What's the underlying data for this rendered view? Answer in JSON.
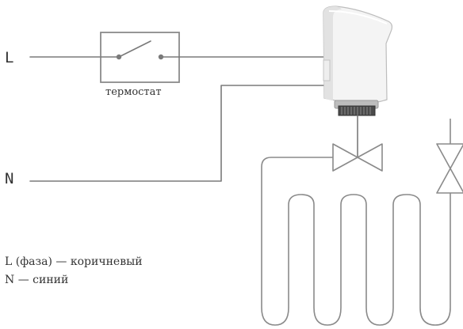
{
  "terminals": {
    "phase": "L",
    "neutral": "N"
  },
  "thermostat": {
    "label": "термостат"
  },
  "legend": {
    "line1": "L (фаза) — коричневый",
    "line2": "N — синий"
  }
}
